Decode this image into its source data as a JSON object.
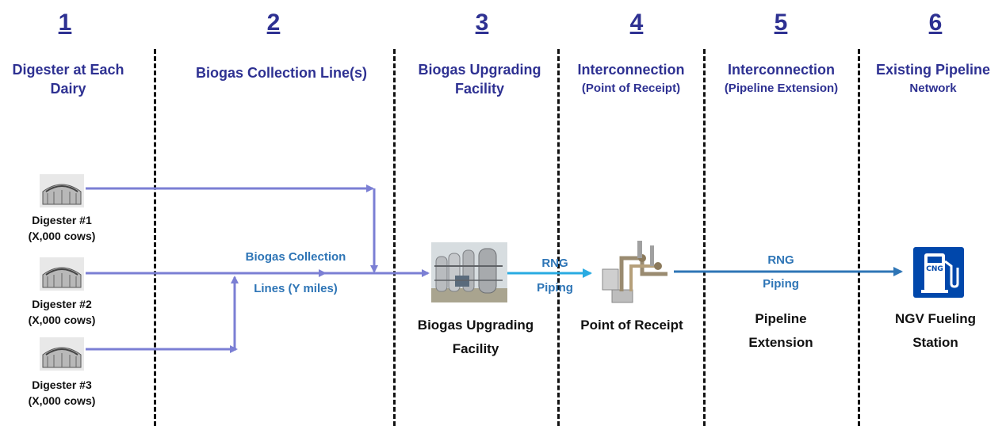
{
  "stages": [
    {
      "number": "1",
      "title": "Digester at Each",
      "title2": "Dairy"
    },
    {
      "number": "2",
      "title": "Biogas Collection Line(s)"
    },
    {
      "number": "3",
      "title": "Biogas Upgrading",
      "title2": "Facility"
    },
    {
      "number": "4",
      "title": "Interconnection",
      "subtitle": "(Point of Receipt)"
    },
    {
      "number": "5",
      "title": "Interconnection",
      "subtitle": "(Pipeline Extension)"
    },
    {
      "number": "6",
      "title": "Existing Pipeline",
      "subtitle": "Network"
    }
  ],
  "digesters": [
    {
      "name": "Digester #1",
      "cows": "(X,000 cows)"
    },
    {
      "name": "Digester #2",
      "cows": "(X,000 cows)"
    },
    {
      "name": "Digester #3",
      "cows": "(X,000 cows)"
    }
  ],
  "collection_label": {
    "line1": "Biogas Collection",
    "line2": "Lines (Y miles)"
  },
  "upgrading_label": {
    "line1": "Biogas Upgrading",
    "line2": "Facility"
  },
  "rng_piping_1": {
    "line1": "RNG",
    "line2": "Piping"
  },
  "receipt_label": "Point of Receipt",
  "rng_piping_2": {
    "line1": "RNG",
    "line2": "Piping"
  },
  "extension_label": {
    "line1": "Pipeline",
    "line2": "Extension"
  },
  "fueling_label": {
    "line1": "NGV Fueling",
    "line2": "Station"
  },
  "cng_badge": "CNG",
  "colors": {
    "heading": "#2e3192",
    "collection_line": "#7b7fd4",
    "rng_short": "#29abe2",
    "rng_long": "#2e75b6",
    "label_blue": "#2e75b6",
    "cng_bg": "#0047ab"
  },
  "icons": [
    "digester-tank-icon",
    "upgrading-facility-icon",
    "point-of-receipt-icon",
    "cng-pump-icon"
  ]
}
